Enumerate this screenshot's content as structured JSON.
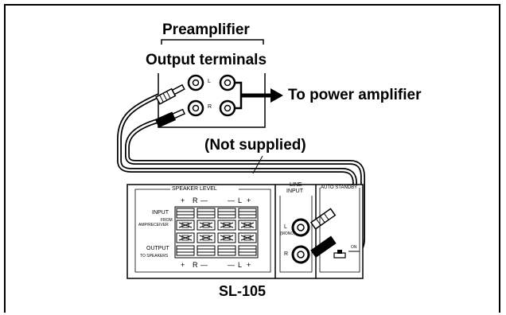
{
  "preamp": {
    "title": "Preamplifier",
    "subtitle": "Output terminals",
    "jack_left": "L",
    "jack_right": "R",
    "arrow_text": "To power amplifier"
  },
  "cable_note": "(Not supplied)",
  "sl105": {
    "model": "SL-105",
    "speaker_level": {
      "title": "SPEAKER LEVEL",
      "top_polarity": [
        "+",
        "R",
        "—",
        "—",
        "L",
        "+"
      ],
      "bottom_polarity": [
        "+",
        "R",
        "—",
        "—",
        "L",
        "+"
      ],
      "input_label": "INPUT",
      "input_sub": [
        "FROM",
        "AMP/RECEIVER"
      ],
      "output_label": "OUTPUT",
      "output_sub": "TO SPEAKERS"
    },
    "line_input": {
      "title": [
        "LINE",
        "INPUT"
      ],
      "jack_l": "L",
      "jack_l_sub": "(MONO)",
      "jack_r": "R"
    },
    "auto_standby": {
      "title": "AUTO STANDBY",
      "switch_label": "ON"
    }
  },
  "colors": {
    "ink": "#000000",
    "panel": "#ffffff",
    "shade": "#bbbbbb"
  }
}
